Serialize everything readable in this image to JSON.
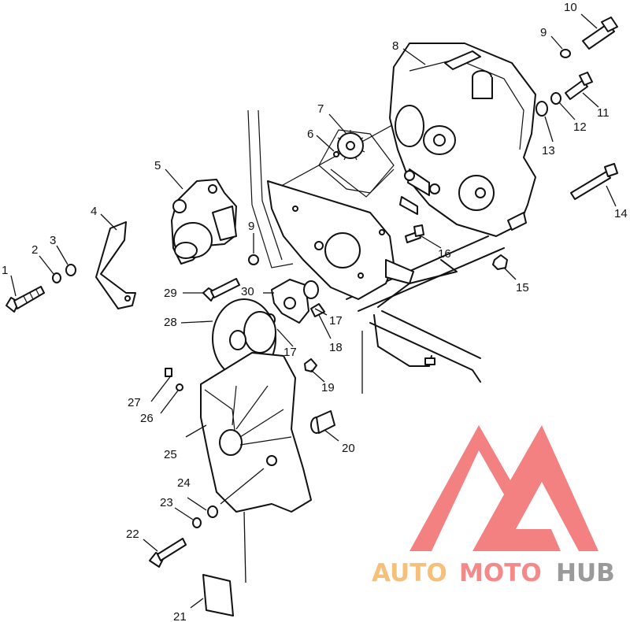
{
  "callouts": [
    {
      "id": "1",
      "text": "1"
    },
    {
      "id": "2",
      "text": "2"
    },
    {
      "id": "3",
      "text": "3"
    },
    {
      "id": "4",
      "text": "4"
    },
    {
      "id": "5",
      "text": "5"
    },
    {
      "id": "6",
      "text": "6"
    },
    {
      "id": "7",
      "text": "7"
    },
    {
      "id": "8",
      "text": "8"
    },
    {
      "id": "9a",
      "text": "9"
    },
    {
      "id": "9b",
      "text": "9"
    },
    {
      "id": "10",
      "text": "10"
    },
    {
      "id": "11",
      "text": "11"
    },
    {
      "id": "12",
      "text": "12"
    },
    {
      "id": "13",
      "text": "13"
    },
    {
      "id": "14",
      "text": "14"
    },
    {
      "id": "15",
      "text": "15"
    },
    {
      "id": "16",
      "text": "16"
    },
    {
      "id": "17a",
      "text": "17"
    },
    {
      "id": "17b",
      "text": "17"
    },
    {
      "id": "18",
      "text": "18"
    },
    {
      "id": "19",
      "text": "19"
    },
    {
      "id": "20",
      "text": "20"
    },
    {
      "id": "21",
      "text": "21"
    },
    {
      "id": "22",
      "text": "22"
    },
    {
      "id": "23",
      "text": "23"
    },
    {
      "id": "24",
      "text": "24"
    },
    {
      "id": "25",
      "text": "25"
    },
    {
      "id": "26",
      "text": "26"
    },
    {
      "id": "27",
      "text": "27"
    },
    {
      "id": "28",
      "text": "28"
    },
    {
      "id": "29",
      "text": "29"
    },
    {
      "id": "30",
      "text": "30"
    }
  ],
  "watermark": {
    "part1": "AUTO",
    "part2": "MOTO",
    "part3": "HUB",
    "color1": "#f6c07a",
    "color2": "#f4898a",
    "color3": "#9a9a9a",
    "logo_color": "#f26b6b"
  }
}
